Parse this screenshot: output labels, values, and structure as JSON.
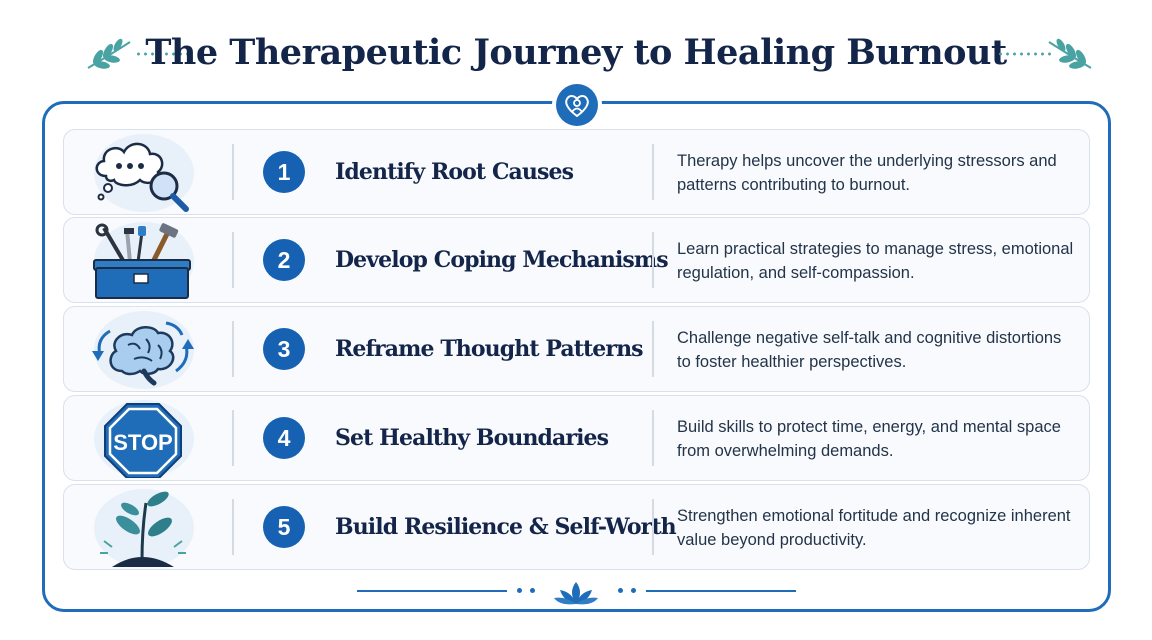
{
  "title": "The Therapeutic Journey to Healing Burnout",
  "colors": {
    "primary": "#1661b2",
    "navy": "#14254a",
    "leaf": "#4aa3a3"
  },
  "header_icons": [
    "left-sprig-icon",
    "heart-person-icon",
    "right-sprig-icon"
  ],
  "footer_icon": "lotus-icon",
  "steps": [
    {
      "number": "1",
      "title": "Identify Root Causes",
      "description": "Therapy helps uncover the underlying stressors and patterns contributing to burnout.",
      "icon": "thought-bubble-magnifier-icon"
    },
    {
      "number": "2",
      "title": "Develop Coping Mechanisms",
      "description": "Learn practical strategies to manage stress, emotional regulation, and self-compassion.",
      "icon": "toolbox-icon"
    },
    {
      "number": "3",
      "title": "Reframe Thought Patterns",
      "description": "Challenge negative self-talk and cognitive distortions to foster healthier perspectives.",
      "icon": "brain-cycle-icon"
    },
    {
      "number": "4",
      "title": "Set Healthy Boundaries",
      "description": "Build skills to protect time, energy, and mental space from overwhelming demands.",
      "icon": "stop-sign-icon",
      "icon_text": "STOP"
    },
    {
      "number": "5",
      "title": "Build Resilience & Self-Worth",
      "description": "Strengthen emotional fortitude and recognize inherent value beyond productivity.",
      "icon": "sprouting-plant-icon"
    }
  ]
}
